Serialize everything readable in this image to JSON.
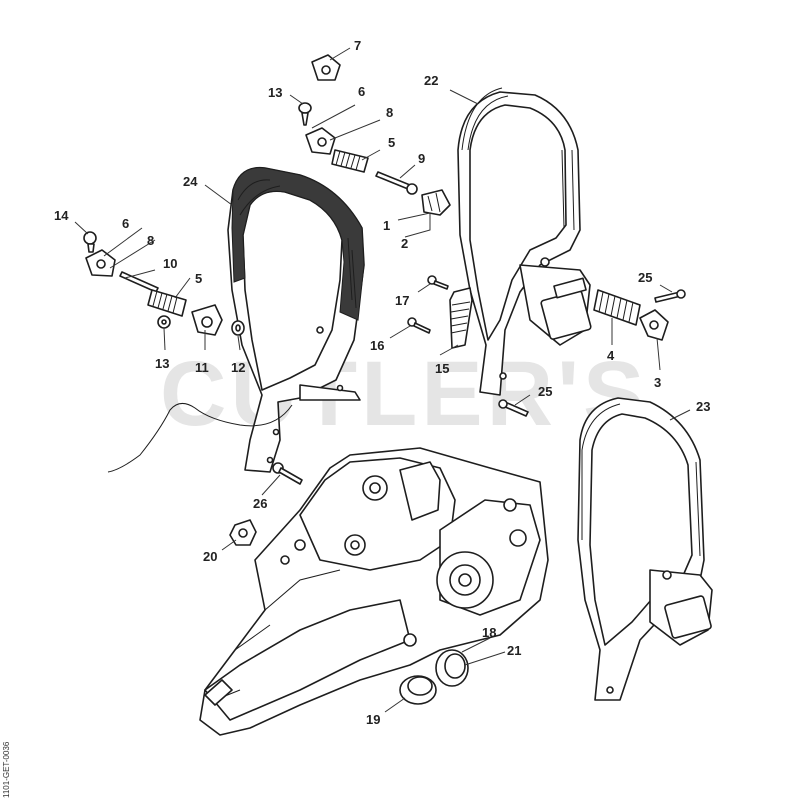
{
  "watermark": "CUTLER'S",
  "document_id": "1101-GET-0036",
  "callouts": [
    {
      "id": "c7",
      "label": "7"
    },
    {
      "id": "c13a",
      "label": "13"
    },
    {
      "id": "c6a",
      "label": "6"
    },
    {
      "id": "c8a",
      "label": "8"
    },
    {
      "id": "c5a",
      "label": "5"
    },
    {
      "id": "c9",
      "label": "9"
    },
    {
      "id": "c22",
      "label": "22"
    },
    {
      "id": "c24",
      "label": "24"
    },
    {
      "id": "c1",
      "label": "1"
    },
    {
      "id": "c2",
      "label": "2"
    },
    {
      "id": "c14",
      "label": "14"
    },
    {
      "id": "c6b",
      "label": "6"
    },
    {
      "id": "c8b",
      "label": "8"
    },
    {
      "id": "c10",
      "label": "10"
    },
    {
      "id": "c5b",
      "label": "5"
    },
    {
      "id": "c13b",
      "label": "13"
    },
    {
      "id": "c11",
      "label": "11"
    },
    {
      "id": "c12",
      "label": "12"
    },
    {
      "id": "c17",
      "label": "17"
    },
    {
      "id": "c16",
      "label": "16"
    },
    {
      "id": "c15",
      "label": "15"
    },
    {
      "id": "c25a",
      "label": "25"
    },
    {
      "id": "c4",
      "label": "4"
    },
    {
      "id": "c3",
      "label": "3"
    },
    {
      "id": "c25b",
      "label": "25"
    },
    {
      "id": "c23",
      "label": "23"
    },
    {
      "id": "c26",
      "label": "26"
    },
    {
      "id": "c20",
      "label": "20"
    },
    {
      "id": "c18",
      "label": "18"
    },
    {
      "id": "c21",
      "label": "21"
    },
    {
      "id": "c19",
      "label": "19"
    }
  ]
}
